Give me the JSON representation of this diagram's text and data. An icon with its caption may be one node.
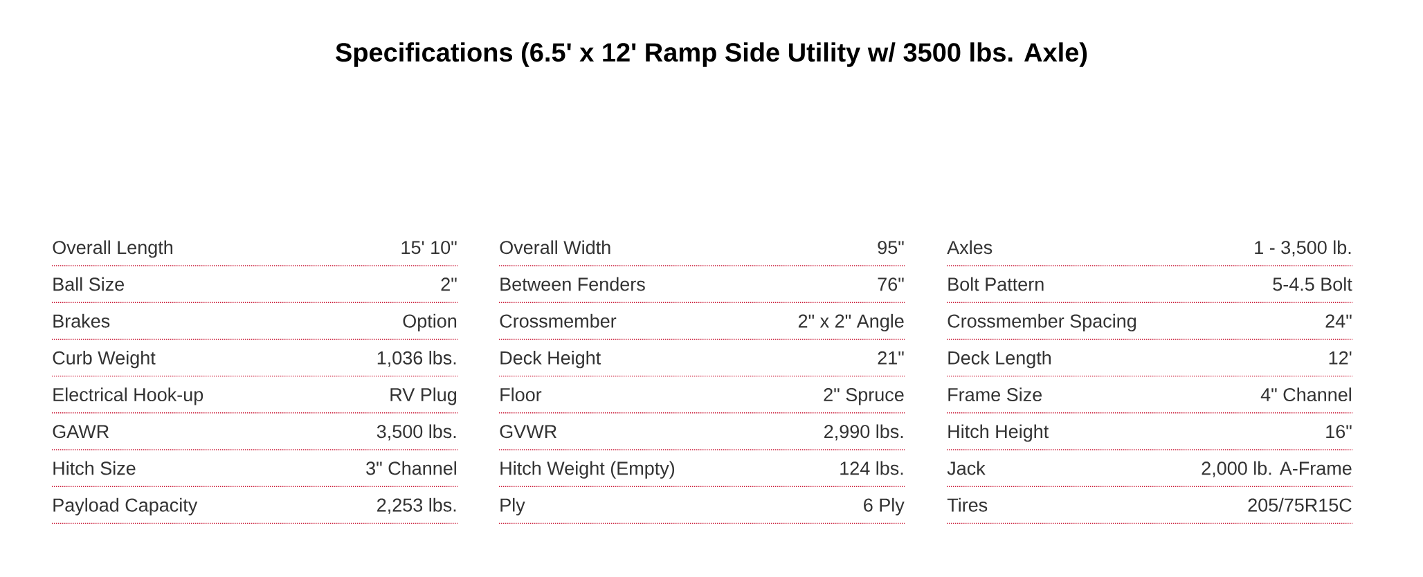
{
  "diagram": {
    "title": "Specifications (6.5' x 12' Ramp Side Utility w/ 3500 lbs. Axle)",
    "labels": [
      "Overall Length",
      "15' 10\"",
      "Overall Width",
      "95\"",
      "Axles",
      "1 - 3,500 lb.",
      "Ball Size",
      "2\"",
      "Between Fenders",
      "76\"",
      "Bolt Pattern",
      "5-4.5 Bolt",
      "Brakes",
      "Option",
      "Crossmember",
      "2\" x 2\" Angle",
      "Crossmember Spacing",
      "24\"",
      "Curb Weight",
      "1,036 lbs.",
      "Deck Height",
      "21\"",
      "Deck Length",
      "12'",
      "Electrical Hook-up",
      "RV Plug",
      "Floor",
      "2\" Spruce",
      "Frame Size",
      "4\" Channel",
      "GAWR",
      "3,500 lbs.",
      "GVWR",
      "2,990 lbs.",
      "Hitch Height",
      "16\"",
      "Hitch Size",
      "3\" Channel",
      "Hitch Weight (Empty)",
      "124 lbs.",
      "Jack",
      "2,000 lb. A-Frame",
      "Payload Capacity",
      "2,253 lbs.",
      "Ply",
      "6 Ply",
      "Tires",
      "205/75R15C"
    ]
  }
}
